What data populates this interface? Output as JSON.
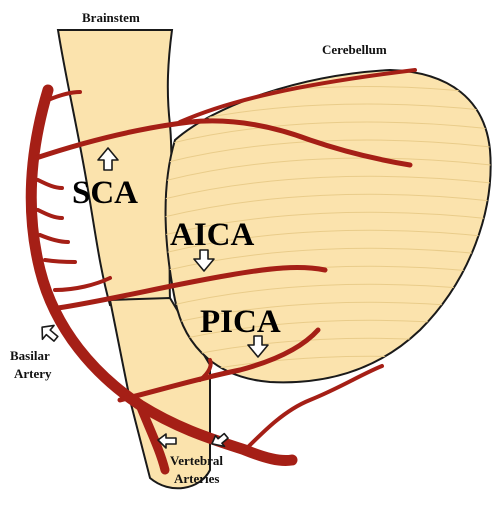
{
  "labels": {
    "brainstem": "Brainstem",
    "cerebellum": "Cerebellum",
    "sca": "SCA",
    "aica": "AICA",
    "pica": "PICA",
    "basilar_line1": "Basilar",
    "basilar_line2": "Artery",
    "vertebral_line1": "Vertebral",
    "vertebral_line2": "Arteries"
  },
  "colors": {
    "tissue": "#fbe3ad",
    "tissue_lines": "#e9cc8a",
    "outline": "#1a1a1a",
    "artery": "#a51f16",
    "artery_dark": "#6e120c",
    "background": "#ffffff"
  }
}
